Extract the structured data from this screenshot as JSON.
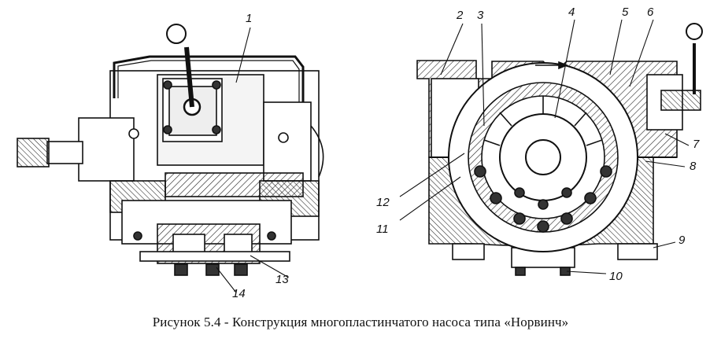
{
  "caption": "Рисунок 5.4 - Конструкция многопластинчатого насоса типа «Норвинч»",
  "labels": {
    "l1": "1",
    "l2": "2",
    "l3": "3",
    "l4": "4",
    "l5": "5",
    "l6": "6",
    "l7": "7",
    "l8": "8",
    "l9": "9",
    "l10": "10",
    "l11": "11",
    "l12": "12",
    "l13": "13",
    "l14": "14"
  }
}
